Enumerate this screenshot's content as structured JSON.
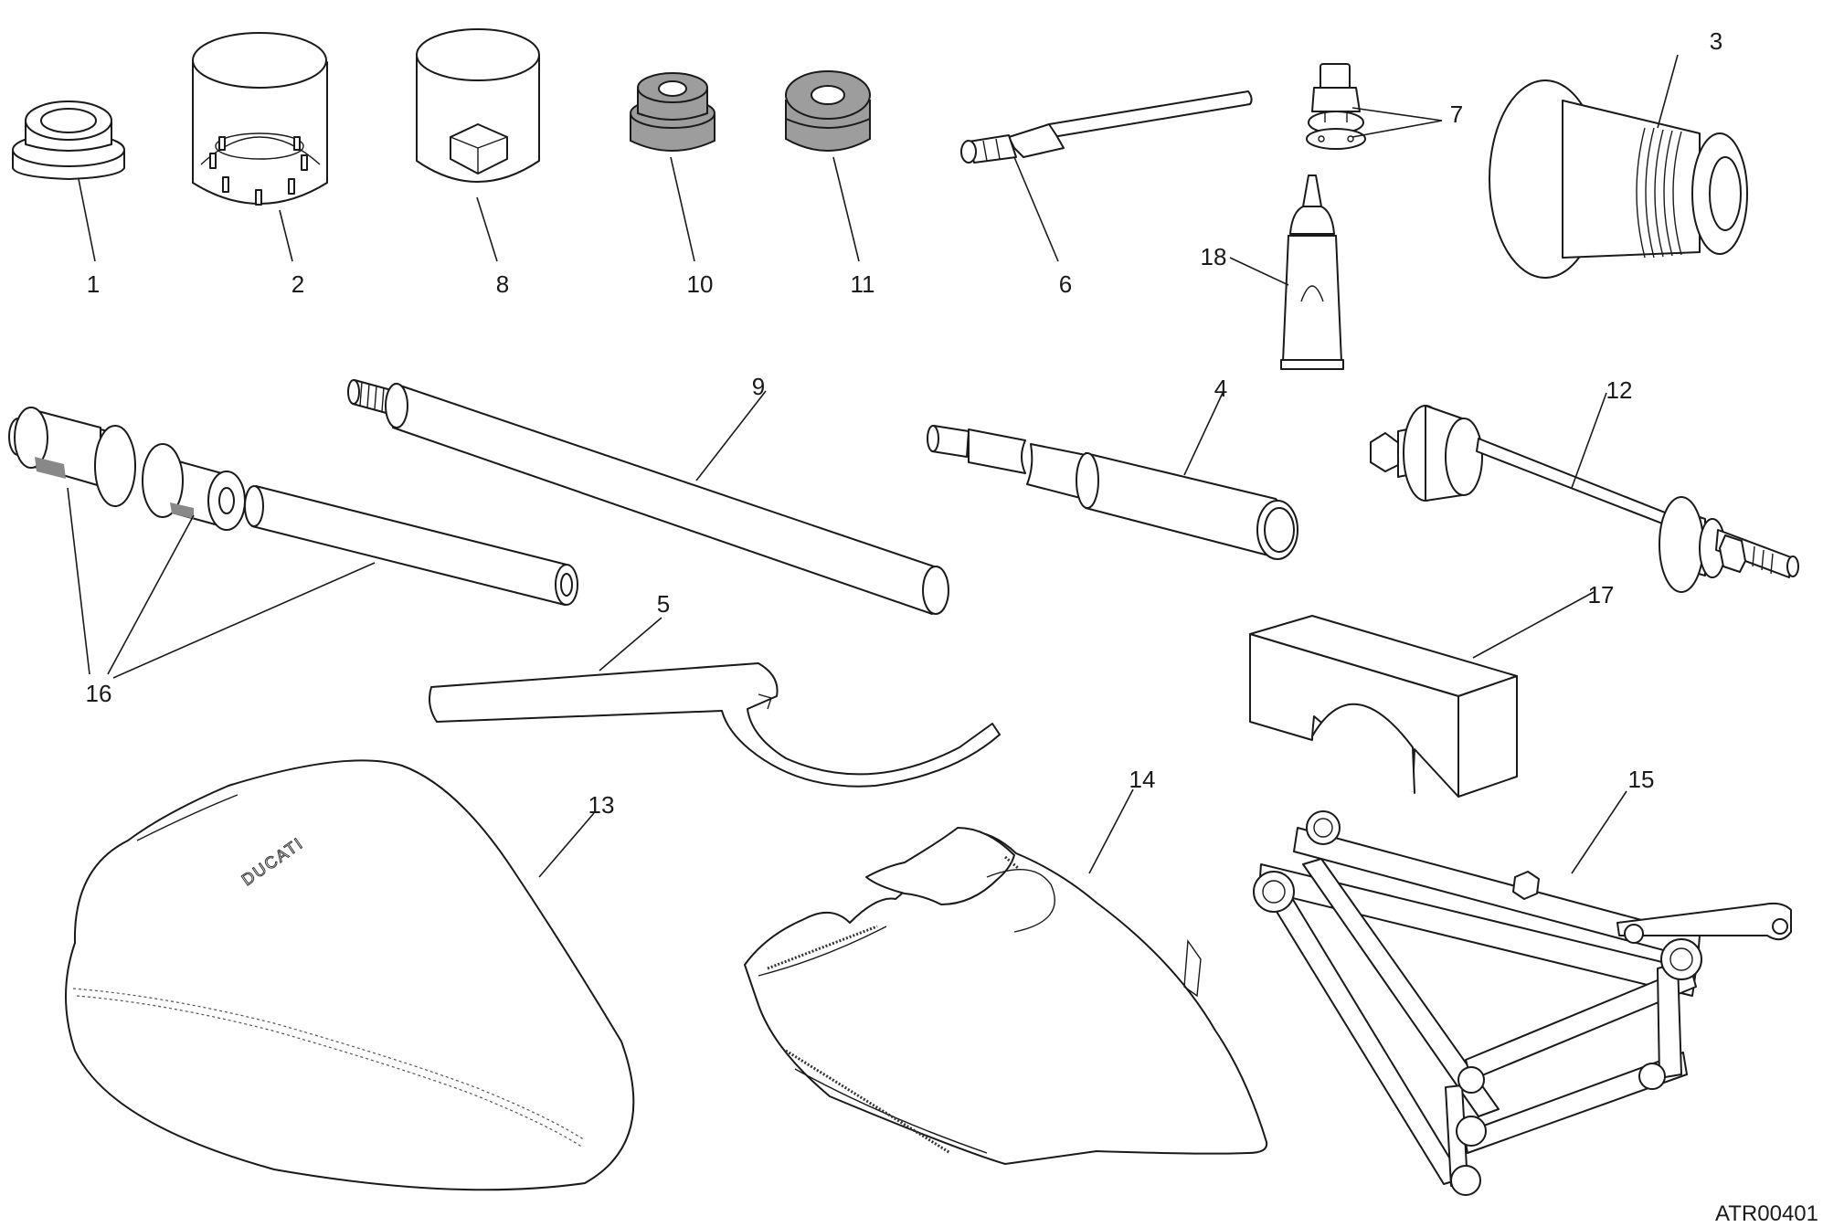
{
  "figure_code": "ATR00401",
  "callouts": [
    {
      "id": "1",
      "text": "1"
    },
    {
      "id": "2",
      "text": "2"
    },
    {
      "id": "3",
      "text": "3"
    },
    {
      "id": "4",
      "text": "4"
    },
    {
      "id": "5",
      "text": "5"
    },
    {
      "id": "6",
      "text": "6"
    },
    {
      "id": "7",
      "text": "7"
    },
    {
      "id": "8",
      "text": "8"
    },
    {
      "id": "9",
      "text": "9"
    },
    {
      "id": "10",
      "text": "10"
    },
    {
      "id": "11",
      "text": "11"
    },
    {
      "id": "12",
      "text": "12"
    },
    {
      "id": "13",
      "text": "13"
    },
    {
      "id": "14",
      "text": "14"
    },
    {
      "id": "15",
      "text": "15"
    },
    {
      "id": "16",
      "text": "16"
    },
    {
      "id": "17",
      "text": "17"
    },
    {
      "id": "18",
      "text": "18"
    }
  ],
  "seat_logo_text": "DUCATI"
}
